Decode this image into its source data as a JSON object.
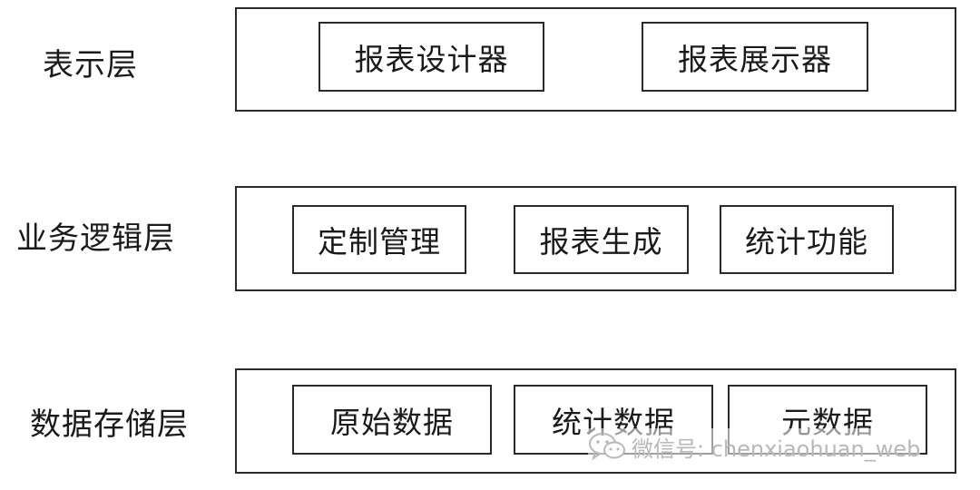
{
  "layers": [
    {
      "label": "表示层",
      "modules": [
        "报表设计器",
        "报表展示器"
      ]
    },
    {
      "label": "业务逻辑层",
      "modules": [
        "定制管理",
        "报表生成",
        "统计功能"
      ]
    },
    {
      "label": "数据存储层",
      "modules": [
        "原始数据",
        "统计数据",
        "元数据"
      ]
    }
  ],
  "watermark": {
    "icon": "wechat-icon",
    "text": "微信号: chenxiaohuan_web"
  }
}
